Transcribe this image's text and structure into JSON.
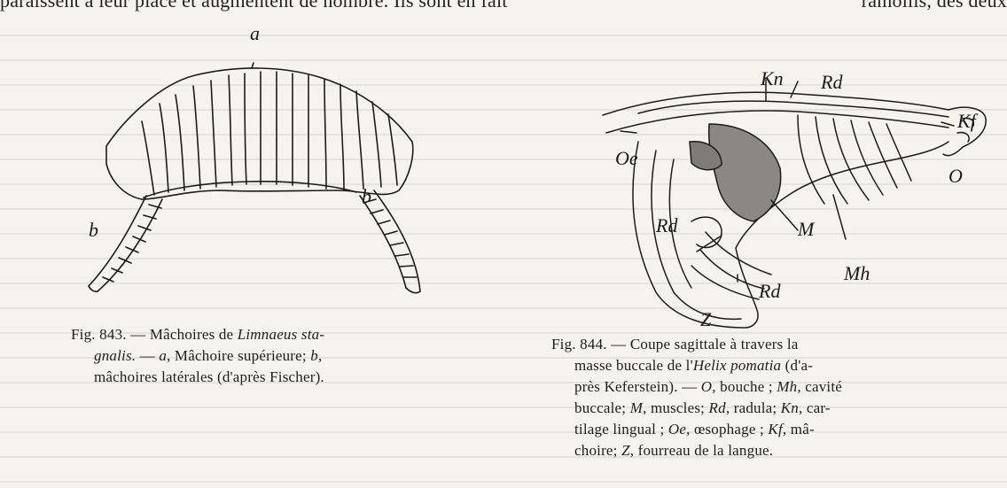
{
  "top_line": {
    "left_text": "paraissent à leur place et augmentent de nombre. Ils sont en fait",
    "right_text": "ramollis, des deux"
  },
  "figure_843": {
    "labels": {
      "upper": "a",
      "left": "b",
      "right": "b"
    },
    "caption": {
      "number": "Fig. 843.",
      "line1_a": " — Mâchoires de ",
      "species": "Limnaeus sta-",
      "species2": "gnalis.",
      "line2_a": " — ",
      "a_italic": "a",
      "line2_b": ", Mâchoire supérieure; ",
      "b_italic": "b",
      "line2_c": ",",
      "line3": "mâchoires latérales (d'après Fischer)."
    }
  },
  "figure_844": {
    "labels": {
      "Kn": "Kn",
      "Rd_top": "Rd",
      "Kf": "Kf",
      "Oe": "Oe",
      "O": "O",
      "Rd_left": "Rd",
      "M": "M",
      "Mh": "Mh",
      "Rd_bottom": "Rd",
      "Z": "Z"
    },
    "caption": {
      "line1": "Fig. 844. — Coupe sagittale à travers la",
      "line2_a": "masse buccale de l'",
      "line2_species": "Helix pomatia",
      "line2_b": " (d'a-",
      "line3_a": "près Keferstein). — ",
      "O_italic": "O",
      "line3_b": ", bouche ; ",
      "Mh_italic": "Mh",
      "line3_c": ", cavité",
      "line4_a": "buccale; ",
      "M_italic": "M",
      "line4_b": ", muscles; ",
      "Rd_italic": "Rd",
      "line4_c": ", radula; ",
      "Kn_italic": "Kn",
      "line4_d": ", car-",
      "line5_a": "tilage lingual ; ",
      "Oe_italic": "Oe",
      "line5_b": ", œsophage ; ",
      "Kf_italic": "Kf",
      "line5_c": ", mâ-",
      "line6_a": "choire; ",
      "Z_italic": "Z",
      "line6_b": ", fourreau de la langue."
    }
  }
}
